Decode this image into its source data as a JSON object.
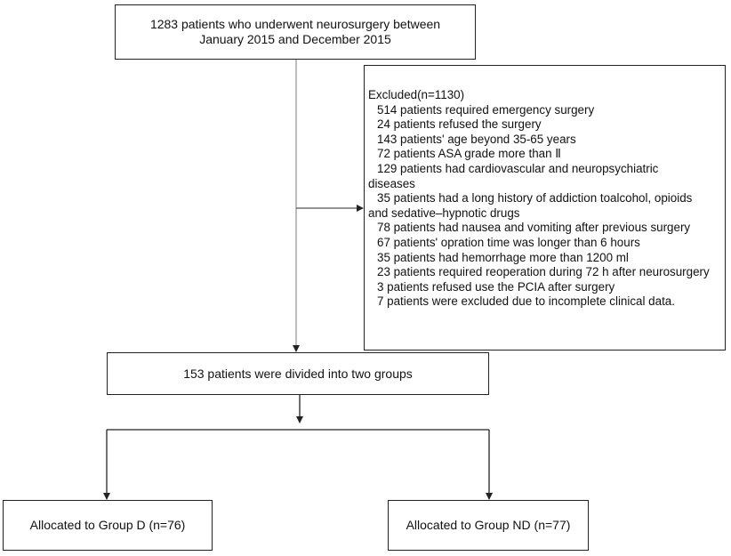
{
  "top_box": {
    "lines": [
      "1283  patients who underwent neurosurgery between",
      "January 2015 and December 2015"
    ]
  },
  "exclusion_box": {
    "title": "Excluded(n=1130)",
    "lines": [
      "514 patients required emergency surgery",
      "24 patients refused the surgery",
      "143 patients' age beyond 35-65 years",
      "72 patients ASA grade more than Ⅱ",
      "129 patients had cardiovascular and neuropsychiatric",
      "diseases",
      "35 patients had a long history of addiction toalcohol, opioids",
      "and sedative–hypnotic drugs",
      "78 patients had nausea and vomiting after previous surgery",
      "67 patients' opration time was longer than 6 hours",
      "35 patients had hemorrhage more than 1200 ml",
      "23 patients required reoperation during 72 h after neurosurgery",
      "3 patients refused use the PCIA after surgery",
      "7 patients were excluded due to incomplete clinical data."
    ]
  },
  "middle_box": {
    "text": "153 patients  were divided into two groups"
  },
  "group_d_box": {
    "text": "Allocated to Group D (n=76)"
  },
  "group_nd_box": {
    "text": "Allocated to Group ND (n=77)"
  }
}
